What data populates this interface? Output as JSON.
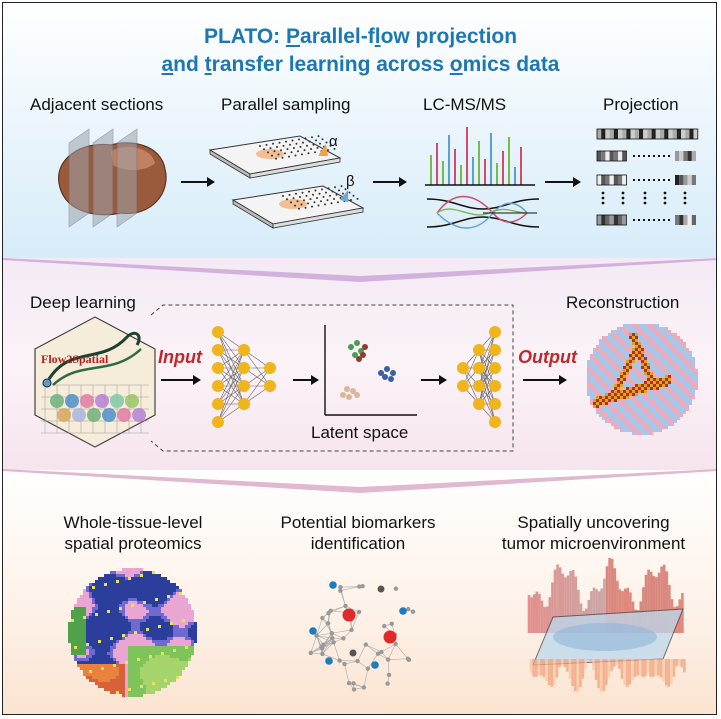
{
  "title": {
    "line1": [
      {
        "t": "PLATO: ",
        "u": false
      },
      {
        "t": "P",
        "u": true
      },
      {
        "t": "arallel-f",
        "u": false
      },
      {
        "t": "l",
        "u": true
      },
      {
        "t": "ow projection",
        "u": false
      }
    ],
    "line2": [
      {
        "t": "a",
        "u": true
      },
      {
        "t": "nd ",
        "u": false
      },
      {
        "t": "t",
        "u": true
      },
      {
        "t": "ransfer learning across ",
        "u": false
      },
      {
        "t": "o",
        "u": true
      },
      {
        "t": "mics data",
        "u": false
      }
    ]
  },
  "top": {
    "adjacent": "Adjacent sections",
    "parallel": "Parallel sampling",
    "alpha": "α",
    "beta": "β",
    "lcms": "LC-MS/MS",
    "projection": "Projection"
  },
  "middle": {
    "deep": "Deep learning",
    "tool": "Flow2Spatial",
    "input": "Input",
    "latent": "Latent space",
    "output": "Output",
    "recon": "Reconstruction"
  },
  "bottom": {
    "whole1": "Whole-tissue-level",
    "whole2": "spatial proteomics",
    "bio1": "Potential biomarkers",
    "bio2": "identification",
    "tumor1": "Spatially uncovering",
    "tumor2": "tumor microenvironment"
  },
  "colors": {
    "title": "#1d77b3",
    "accent_red": "#c1272d",
    "neuron": "#f0b41c"
  }
}
